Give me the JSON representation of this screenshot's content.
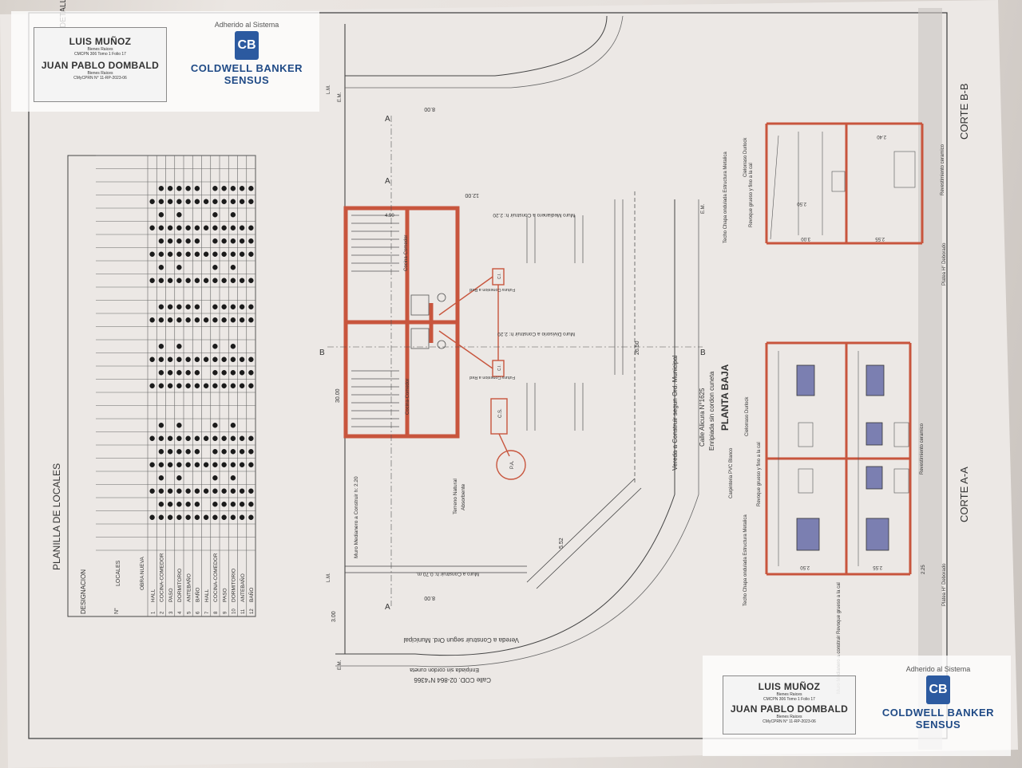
{
  "plan": {
    "title": "PLANTA BAJA",
    "street_right_1": "Calle Alicura N°1625",
    "street_right_2": "Enripiada sin cordon cuneta",
    "vereda_right": "Vereda a Construir segun Ord. Municipal",
    "vereda_left": "Vereda a Construir segun Ord. Municipal",
    "street_left_1": "Calle COD. 02-864 N°4366",
    "street_left_2": "Enripiada sin cordon cuneta",
    "room_1": "Cocina-Comedor",
    "room_2": "Cocina-Comedor",
    "terreno_1": "Terreno Natural",
    "terreno_2": "Absorbente",
    "cs": "C.S.",
    "pa": "P.A.",
    "ci": "C.I.",
    "muro_medianero_top": "Muro Medianero a Construir h: 2.20",
    "muro_medianero_left": "Muro Medianero a Construir h: 2.20",
    "muro_divisorio": "Muro Divisorio a Construir h: 2.20",
    "muro_front": "Muro a Construir h: 0.70 m.",
    "futura_conexion": "Futura Conexion a Red",
    "dim_total": "30.00",
    "dim_width": "12.00",
    "dim_2650": "26.50",
    "dim_552": "5.52",
    "dim_800": "8.00",
    "dim_300": "3.00",
    "dim_450": "4.50",
    "label_em": "E.M.",
    "label_lm": "L.M.",
    "label_a": "A",
    "label_b": "B"
  },
  "planilla": {
    "title": "PLANILLA DE LOCALES",
    "col_designacion": "DESIGNACION",
    "col_locales": "LOCALES",
    "col_n": "N°",
    "obra_nueva": "OBRA NUEVA",
    "rows": [
      "HALL",
      "COCINA-COMEDOR",
      "PASO",
      "DORMITORIO",
      "ANTEBAÑO",
      "BAÑO",
      "HALL",
      "COCINA-COMEDOR",
      "PASO",
      "DORMITORIO",
      "ANTEBAÑO",
      "BAÑO"
    ],
    "nums": [
      "1",
      "2",
      "3",
      "4",
      "5",
      "6",
      "7",
      "8",
      "9",
      "10",
      "11",
      "12"
    ]
  },
  "section_aa": {
    "title": "CORTE A-A",
    "label_1": "Techo Chapa ondulada Estructura Metalica",
    "label_2": "Carpinteria PVC Blanco",
    "label_3": "Revoque grueso y fino a la cal",
    "label_4": "Cielorraso Durlock",
    "label_5": "Revestimiento ceramico",
    "label_6": "Platea H° Deborado",
    "dim_250": "2.50",
    "dim_255": "2.55",
    "dim_225": "2.25"
  },
  "section_bb": {
    "title": "CORTE B-B",
    "label_1": "Techo Chapa ondulada Estructura Metalica",
    "label_2": "Cielorraso Durlock",
    "label_3": "Revoque grueso y fino a la cal",
    "label_4": "Revestimiento ceramico",
    "label_5": "Platea H° Deborado",
    "dim_300": "3.00",
    "dim_255": "2.55",
    "dim_250": "2.50",
    "dim_240": "2.40"
  },
  "detail_label": "DETALLE",
  "muro_note": "Muro Medianero a construir Revoque grueso a la cal",
  "watermark": {
    "name_1": "LUIS MUÑOZ",
    "sub_1": "Bienes Raices",
    "reg_1": "CMCPN 306 Tomo 1 Folio 17",
    "name_2": "JUAN PABLO DOMBALD",
    "sub_2": "Bienes Raices",
    "reg_2": "CMyCPRN N° 11-RP-2023-06",
    "adherido": "Adherido al Sistema",
    "logo": "CB",
    "brand": "COLDWELL BANKER",
    "office": "SENSUS"
  }
}
